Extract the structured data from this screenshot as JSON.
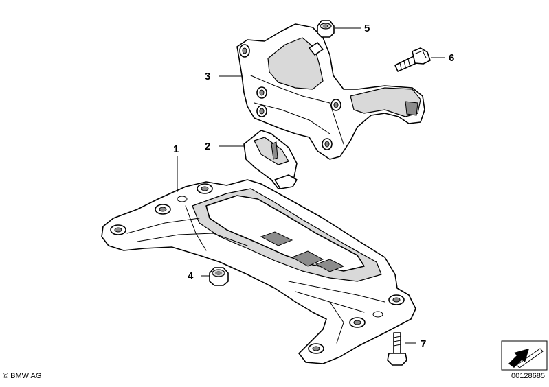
{
  "callouts": [
    {
      "id": "1",
      "label": "1"
    },
    {
      "id": "2",
      "label": "2"
    },
    {
      "id": "3",
      "label": "3"
    },
    {
      "id": "4",
      "label": "4"
    },
    {
      "id": "5",
      "label": "5"
    },
    {
      "id": "6",
      "label": "6"
    },
    {
      "id": "7",
      "label": "7"
    }
  ],
  "footer": {
    "copyright": "© BMW AG",
    "diagram_id": "00128685"
  },
  "icons": {
    "direction_arrow": "forward-arrow-icon"
  }
}
